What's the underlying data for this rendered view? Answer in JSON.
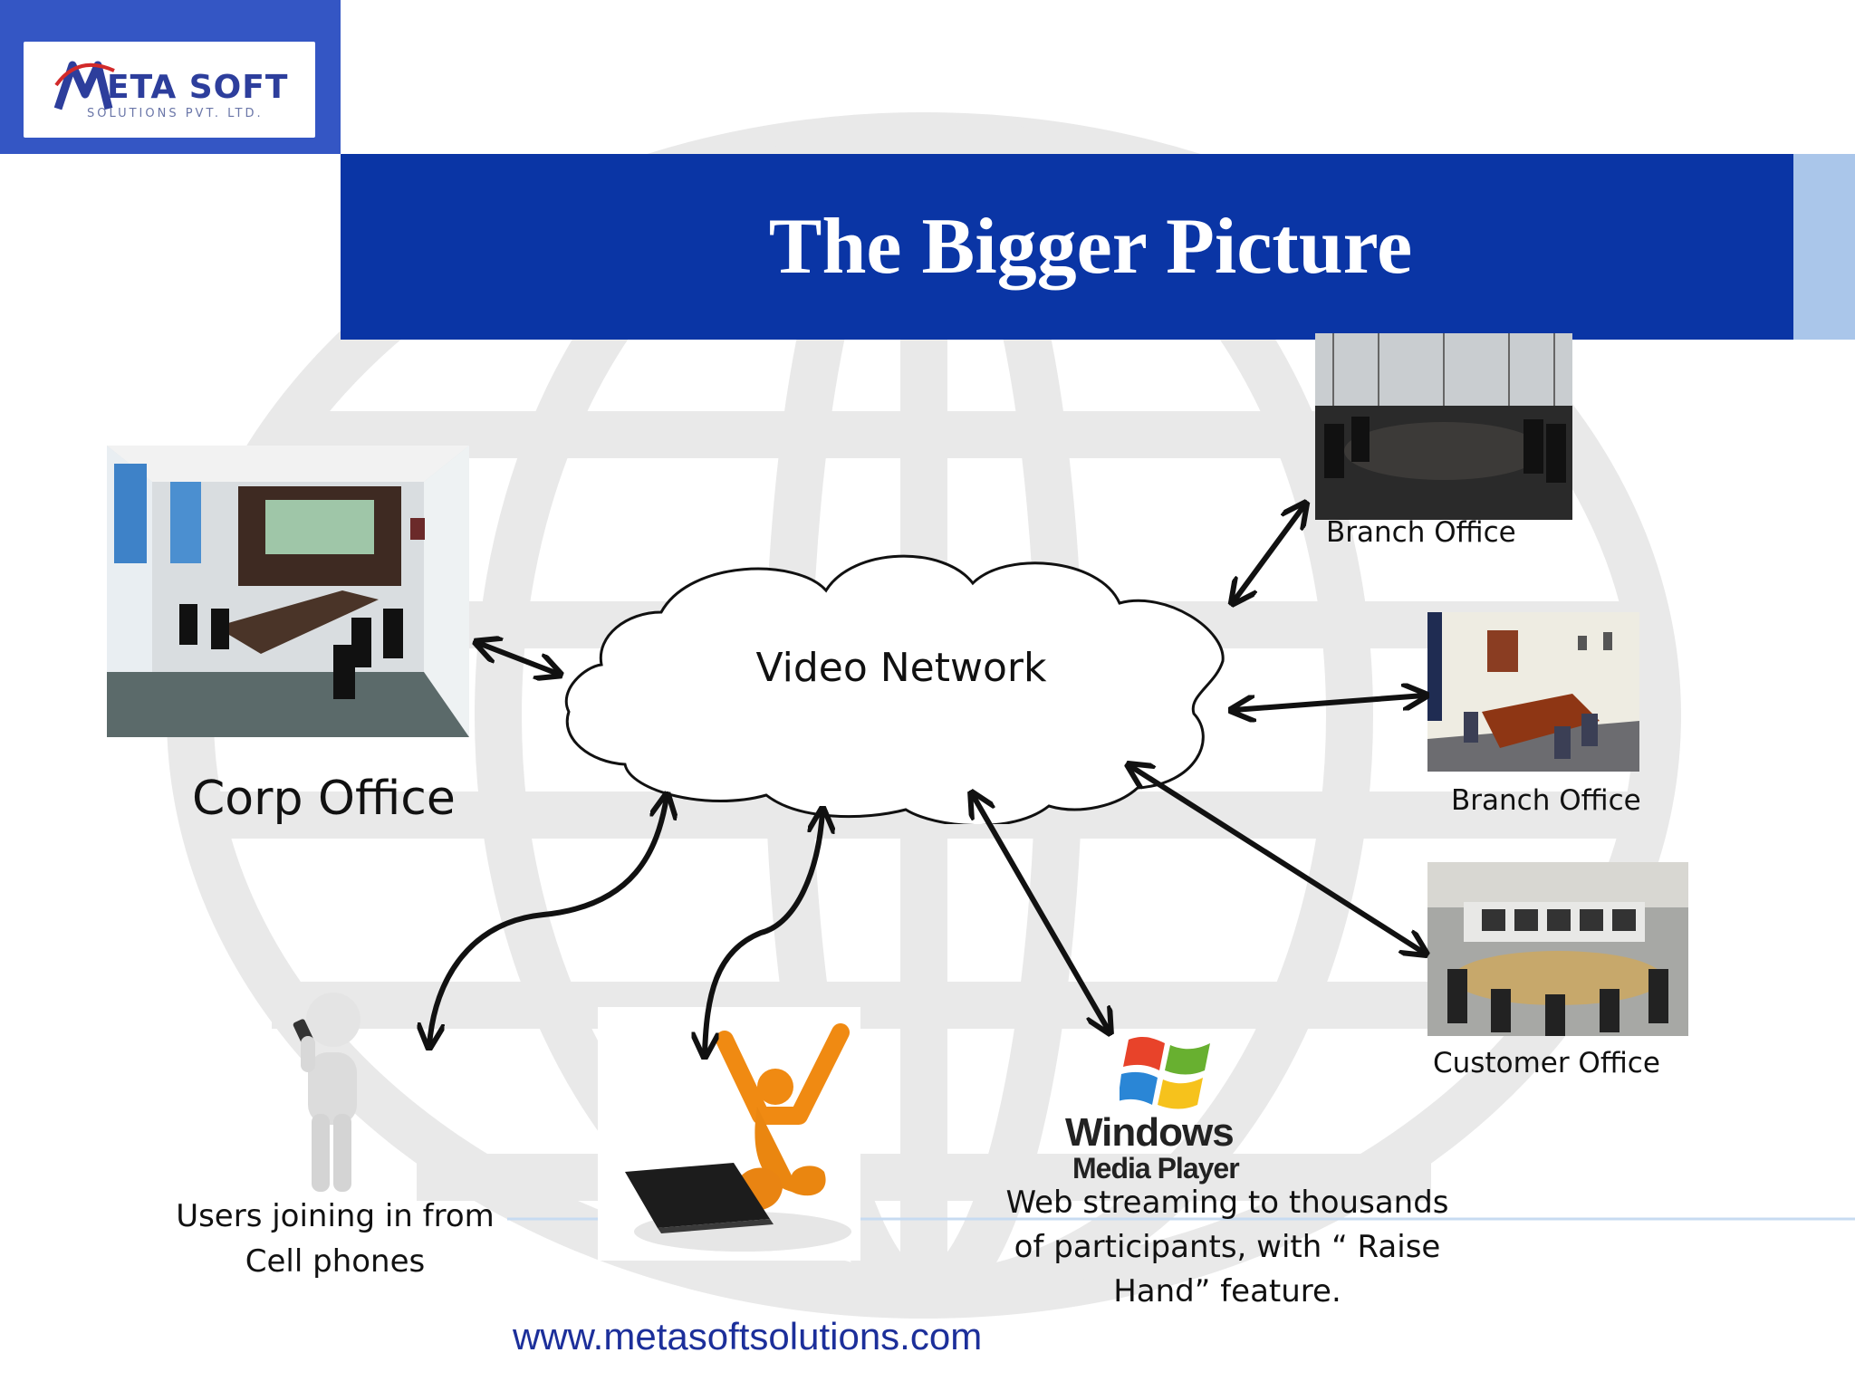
{
  "logo": {
    "name": "ETA SOFT",
    "tagline": "SOLUTIONS PVT. LTD."
  },
  "title": "The Bigger Picture",
  "nodes": {
    "network": "Video Network",
    "corp": "Corp Office",
    "branch1": "Branch Office",
    "branch2": "Branch Office",
    "customer": "Customer Office",
    "cell_users": "Users joining in from Cell phones",
    "web_streaming": "Web streaming to thousands of participants, with “ Raise Hand” feature."
  },
  "wmp_logo": {
    "line1": "Windows",
    "line2": "Media Player"
  },
  "website": "www.metasoftsolutions.com",
  "colors": {
    "title_band": "#0a35a5",
    "logo_band": "#3456c4",
    "title_side": "#aac6ea",
    "website_text": "#1c2f9a"
  },
  "icons": [
    "globe-watermark",
    "meeting-room-photo",
    "cloud",
    "person-phone-icon",
    "person-laptop-icon",
    "windows-flag-icon"
  ]
}
